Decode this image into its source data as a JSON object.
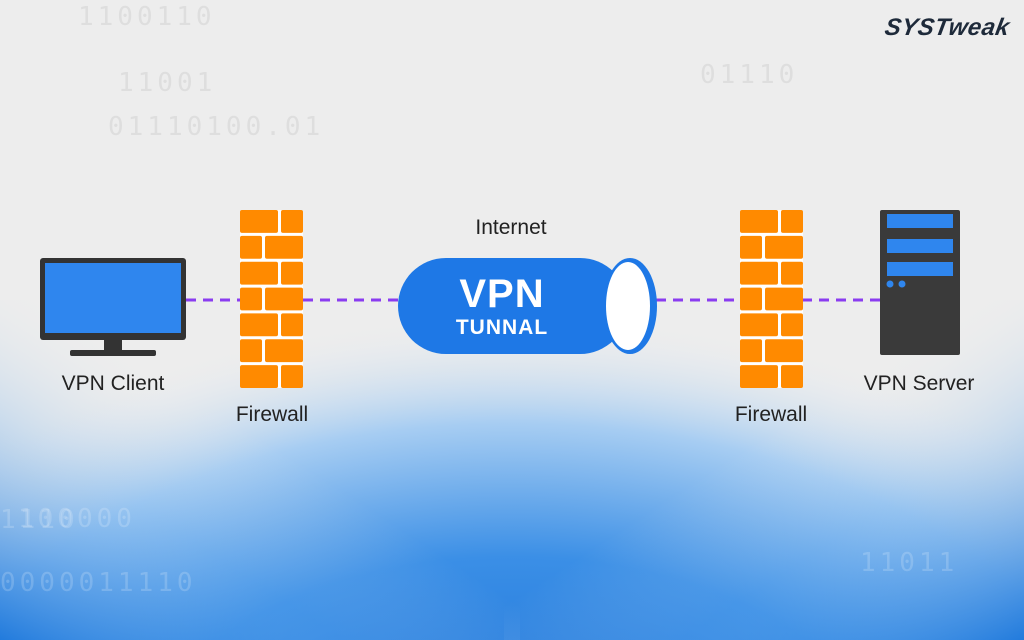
{
  "brand": {
    "logo_text": "SYSTweak"
  },
  "nodes": {
    "client": {
      "label": "VPN Client"
    },
    "firewall_left": {
      "label": "Firewall"
    },
    "internet": {
      "label": "Internet"
    },
    "tunnel": {
      "title": "VPN",
      "subtitle": "TUNNAL"
    },
    "firewall_right": {
      "label": "Firewall"
    },
    "server": {
      "label": "VPN Server"
    }
  },
  "colors": {
    "monitor_screen": "#2f86ee",
    "monitor_frame": "#333333",
    "firewall_brick": "#ff8a00",
    "firewall_mortar": "#ffffff",
    "tunnel_body": "#1e78e6",
    "connection_line": "#8a3cf0",
    "server_body": "#3a3a3a",
    "server_bay": "#2f86ee",
    "background_top": "#eeeeee",
    "background_bottom": "#1a73d8"
  },
  "background_binary": [
    "1100110",
    "11001",
    "01110100.01",
    "01110",
    "0000011110",
    "100000",
    "1110",
    "11011"
  ]
}
